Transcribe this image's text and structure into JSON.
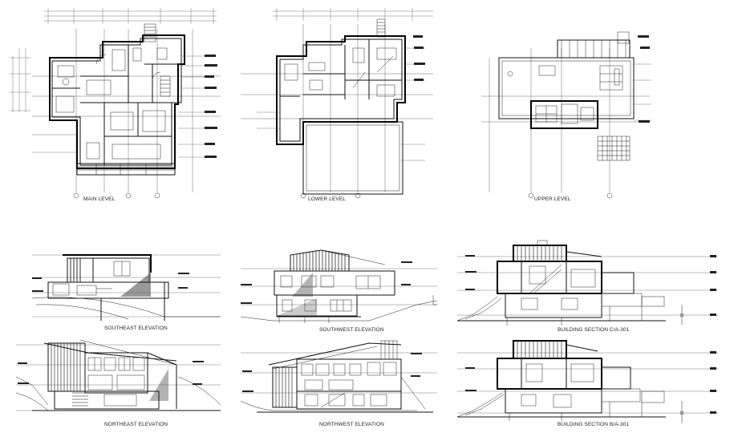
{
  "drawings": {
    "plans": [
      {
        "id": "main",
        "label": "MAIN LEVEL"
      },
      {
        "id": "lower",
        "label": "LOWER LEVEL"
      },
      {
        "id": "upper",
        "label": "UPPER LEVEL"
      }
    ],
    "elevations": [
      {
        "id": "se",
        "label": "SOUTHEAST ELEVATION"
      },
      {
        "id": "sw",
        "label": "SOUTHWEST ELEVATION"
      },
      {
        "id": "ne",
        "label": "NORTHEAST ELEVATION"
      },
      {
        "id": "nw",
        "label": "NORTHWEST ELEVATION"
      }
    ],
    "sections": [
      {
        "id": "c",
        "label": "BUILDING SECTION C/A-301"
      },
      {
        "id": "b",
        "label": "BUILDING SECTION B/A-301"
      }
    ]
  }
}
